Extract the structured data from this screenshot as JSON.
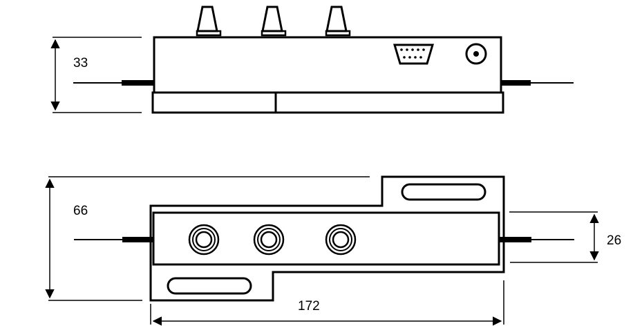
{
  "diagram": {
    "type": "mechanical dimension drawing",
    "side_view": {
      "height_dim_label": "33",
      "knob_count": 3,
      "connectors": [
        "db9-serial-port",
        "coaxial-jack"
      ]
    },
    "top_view": {
      "height_dim_label": "66",
      "inner_height_dim_label": "26",
      "width_dim_label": "172",
      "port_count": 3,
      "slot_count": 2
    },
    "colors": {
      "line": "#000000",
      "background": "#ffffff"
    }
  }
}
